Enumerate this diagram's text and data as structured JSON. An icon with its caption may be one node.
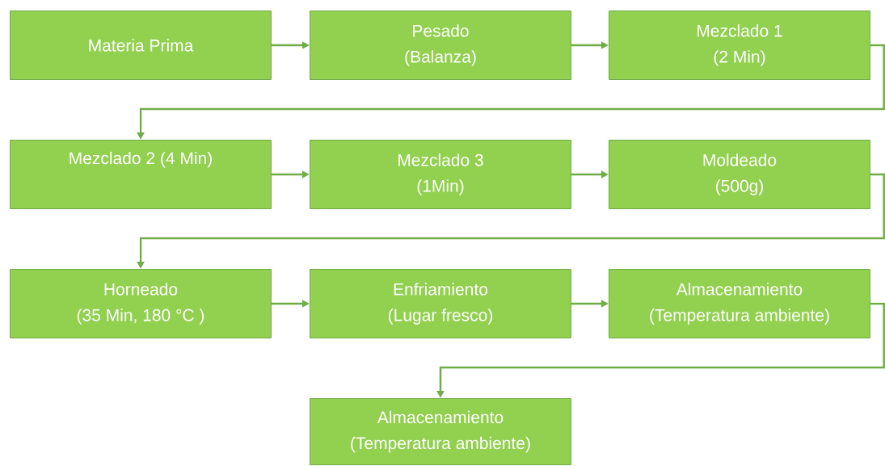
{
  "diagram": {
    "nodes": [
      {
        "text": [
          "Materia Prima"
        ]
      },
      {
        "text": [
          "Pesado",
          "(Balanza)"
        ]
      },
      {
        "text": [
          "Mezclado 1",
          "(2 Min)"
        ]
      },
      {
        "text": [
          "Mezclado 2 (4 Min)"
        ]
      },
      {
        "text": [
          "Mezclado 3",
          "(1Min)"
        ]
      },
      {
        "text": [
          "Moldeado",
          "(500g)"
        ]
      },
      {
        "text": [
          "Horneado",
          "(35 Min, 180 °C )"
        ]
      },
      {
        "text": [
          "Enfriamiento",
          "(Lugar fresco)"
        ]
      },
      {
        "text": [
          "Almacenamiento",
          "(Temperatura ambiente)"
        ]
      },
      {
        "text": [
          "Almacenamiento",
          "(Temperatura ambiente)"
        ]
      }
    ],
    "edges": [
      {
        "from": 0,
        "to": 1,
        "arrow": "to"
      },
      {
        "from": 1,
        "to": 2,
        "arrow": "to"
      },
      {
        "from": 2,
        "to": 3,
        "arrow": "to"
      },
      {
        "from": 3,
        "to": 4,
        "arrow": "to"
      },
      {
        "from": 4,
        "to": 5,
        "arrow": "to"
      },
      {
        "from": 5,
        "to": 6,
        "arrow": "to"
      },
      {
        "from": 6,
        "to": 7,
        "arrow": "to"
      },
      {
        "from": 7,
        "to": 8,
        "arrow": "to"
      },
      {
        "from": 8,
        "to": 9,
        "arrow": "to"
      }
    ]
  }
}
